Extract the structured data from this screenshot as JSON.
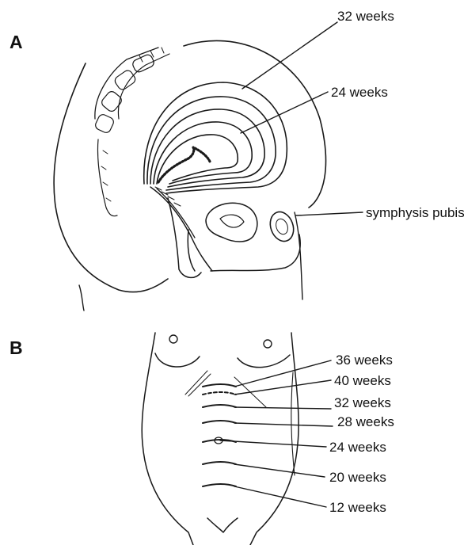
{
  "panels": {
    "a": {
      "letter": "A",
      "labels": {
        "weeks_32": "32 weeks",
        "weeks_24": "24 weeks",
        "symphysis": "symphysis pubis"
      }
    },
    "b": {
      "letter": "B",
      "labels": {
        "weeks_36": "36 weeks",
        "weeks_40": "40 weeks",
        "weeks_32": "32 weeks",
        "weeks_28": "28 weeks",
        "weeks_24": "24 weeks",
        "weeks_20": "20 weeks",
        "weeks_12": "12 weeks"
      }
    }
  },
  "colors": {
    "ink": "#1a1a1a",
    "background": "#ffffff"
  }
}
